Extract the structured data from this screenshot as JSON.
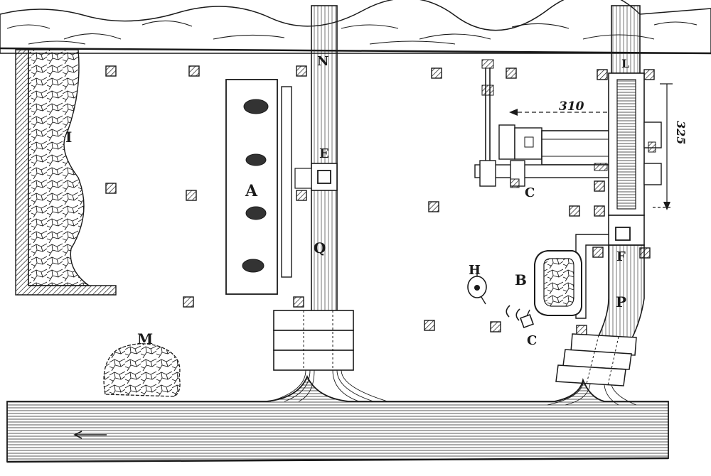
{
  "diagram": {
    "labels": {
      "A": "A",
      "B": "B",
      "C": "C",
      "C2": "C",
      "E": "E",
      "F": "F",
      "H": "H",
      "I": "I",
      "L": "L",
      "M": "M",
      "N": "N",
      "P": "P",
      "Q": "Q"
    },
    "dimensions": {
      "horizontal": "310",
      "vertical": "325"
    }
  },
  "colors": {
    "ink": "#1a1a1a",
    "paper": "#ffffff"
  }
}
